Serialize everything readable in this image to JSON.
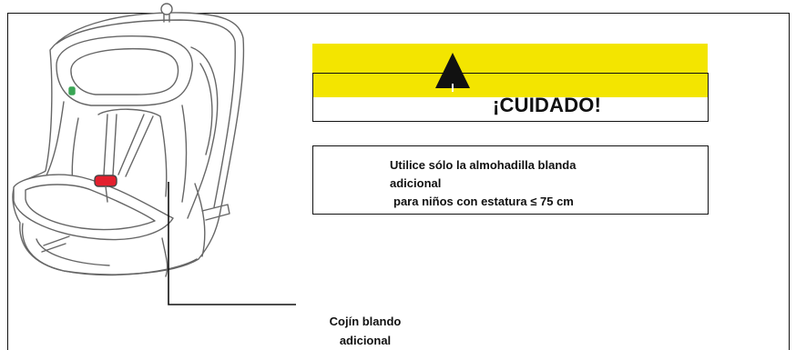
{
  "warning": {
    "title": "¡CUIDADO!",
    "icon": "warning-triangle-icon"
  },
  "instruction": {
    "lines": [
      "Utilice sólo la almohadilla blanda",
      "adicional",
      "para niños con estatura ≤ 75 cm"
    ]
  },
  "callout": {
    "lines": [
      "Cojín blando",
      "adicional"
    ]
  },
  "colors": {
    "warning_band": "#f3e500",
    "buckle": "#e3202e",
    "belt_clip": "#3aa655",
    "line_art": "#666666"
  }
}
